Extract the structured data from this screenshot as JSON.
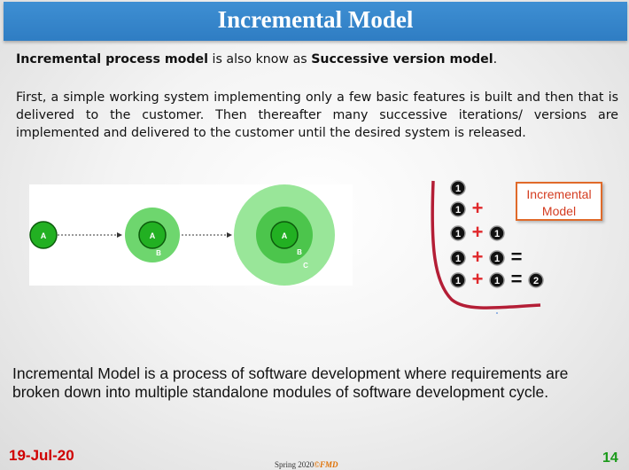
{
  "slide": {
    "title": "Incremental Model",
    "para1": {
      "bold1": "Incremental process model",
      "text1": " is also know as ",
      "bold2": "Successive version model",
      "text2": "."
    },
    "para2": "First, a simple working system implementing only a few basic features is built and then that is delivered to the customer. Then thereafter many successive iterations/ versions are implemented and delivered to the customer until the desired system is released.",
    "diagram": {
      "labels": {
        "a1": "A",
        "a2": "A",
        "b2": "B",
        "a3": "A",
        "b3": "B",
        "c3": "C"
      }
    },
    "sequence": {
      "box_label_line1": "Incremental",
      "box_label_line2": "Model",
      "rows": [
        [
          "1"
        ],
        [
          "1",
          "+"
        ],
        [
          "1",
          "+",
          "1"
        ],
        [
          "1",
          "+",
          "1",
          "="
        ],
        [
          "1",
          "+",
          "1",
          "=",
          "2"
        ]
      ]
    },
    "bottom_text": "Incremental Model is a process of software development where requirements are broken down into multiple standalone modules of software development cycle.",
    "date": "19-Jul-20",
    "footer_prefix": "Spring  2020",
    "footer_brand": "©FMD",
    "page_number": "14"
  }
}
